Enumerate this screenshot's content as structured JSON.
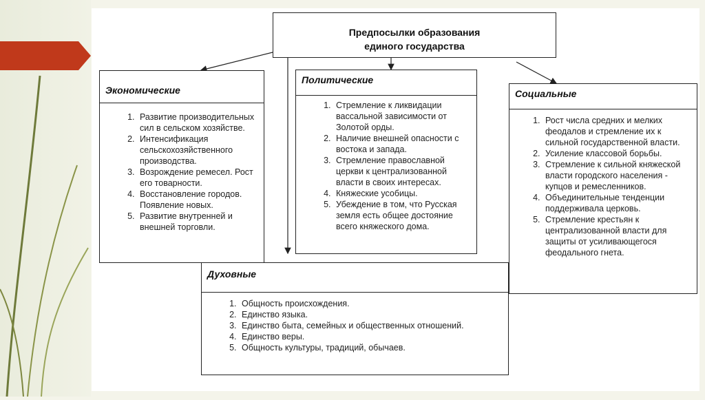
{
  "title": {
    "line1": "Предпосылки образования",
    "line2": "единого государства"
  },
  "economic": {
    "heading": "Экономические",
    "items": [
      "Развитие производительных сил в сельском хозяйстве.",
      "Интенсификация сельскохозяйственного производства.",
      "Возрождение ремесел. Рост его товарности.",
      "Восстановление городов. Появление новых.",
      "Развитие внутренней и внешней торговли."
    ]
  },
  "political": {
    "heading": "Политические",
    "items": [
      "Стремление к ликвидации вассальной зависимости от Золотой орды.",
      "Наличие внешней опасности с востока и запада.",
      "Стремление православной церкви к централизованной власти в своих интересах.",
      "Княжеские усобицы.",
      "Убеждение в том, что Русская земля есть общее достояние всего княжеского дома."
    ]
  },
  "social": {
    "heading": "Социальные",
    "items": [
      "Рост числа средних и мелких феодалов и стремление их к сильной государственной власти.",
      "Усиление классовой борьбы.",
      "Стремление к сильной княжеской власти городского населения - купцов и ремесленников.",
      "Объединительные тенденции поддерживала церковь.",
      "Стремление крестьян к централизованной власти для защиты от усиливающегося феодального гнета."
    ]
  },
  "spiritual": {
    "heading": "Духовные",
    "items": [
      "Общность происхождения.",
      "Единство языка.",
      "Единство быта, семейных и общественных отношений.",
      "Единство веры.",
      "Общность культуры, традиций, обычаев."
    ]
  },
  "colors": {
    "accent": "#c0391b",
    "stem": "#6e7a3a"
  }
}
